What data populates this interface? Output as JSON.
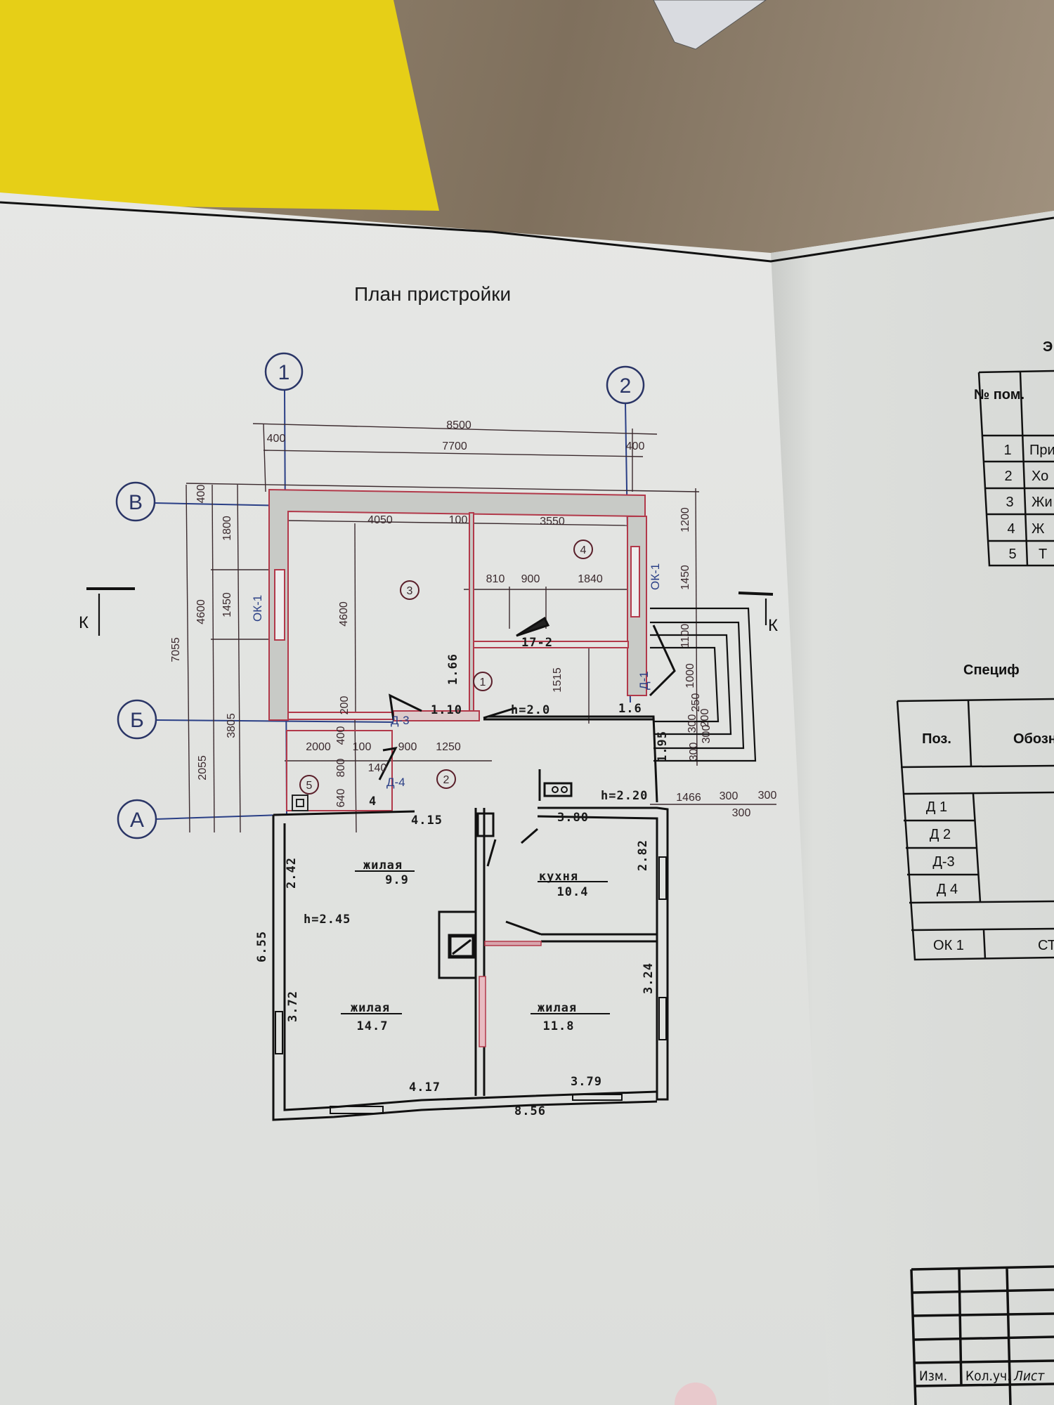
{
  "title": "План пристройки",
  "axes": {
    "col1": "1",
    "col2": "2",
    "rowV": "В",
    "rowB": "Б",
    "rowA": "А"
  },
  "section_marks": {
    "left": "К",
    "right": "К"
  },
  "room_numbers": [
    "1",
    "2",
    "3",
    "4",
    "5"
  ],
  "openings": {
    "ok1_left": "ОК-1",
    "ok1_right": "ОК-1",
    "d1": "Д-1",
    "d3": "Д-3",
    "d4": "Д-4",
    "d2_mark": "17-2"
  },
  "dimensions": [
    "8500",
    "7700",
    "400",
    "400",
    "4050",
    "100",
    "3550",
    "810",
    "900",
    "1840",
    "400",
    "1800",
    "4600",
    "1450",
    "7055",
    "3805",
    "2055",
    "4600",
    "200",
    "400",
    "800",
    "640",
    "2000",
    "100",
    "900",
    "1250",
    "140",
    "1515",
    "1200",
    "1450",
    "1100",
    "1000",
    "250",
    "200",
    "300",
    "300",
    "300",
    "1466",
    "300",
    "300",
    "300"
  ],
  "old_plan_marks": {
    "m110": "1.10",
    "m166": "1.66",
    "h20": "h=2.0",
    "m16": "1.6",
    "m195": "1.95",
    "h220": "h=2.20",
    "m380": "3.80",
    "m415": "4.15",
    "m41": "4",
    "m242": "2.42",
    "m372": "3.72",
    "m282": "2.82",
    "m324": "3.24",
    "m417": "4.17",
    "m379": "3.79",
    "m856": "8.56",
    "m655": "6.55",
    "h245": "h=2.45"
  },
  "old_rooms": [
    {
      "name": "жилая",
      "area": "9.9"
    },
    {
      "name": "кухня",
      "area": "10.4"
    },
    {
      "name": "жилая",
      "area": "14.7"
    },
    {
      "name": "жилая",
      "area": "11.8"
    }
  ],
  "right_page": {
    "heading_partial": "Э",
    "rooms_table": {
      "header": "№ пом.",
      "rows": [
        {
          "num": "1",
          "name": "При"
        },
        {
          "num": "2",
          "name": "Хо"
        },
        {
          "num": "3",
          "name": "Жи"
        },
        {
          "num": "4",
          "name": "Ж"
        },
        {
          "num": "5",
          "name": "Т"
        }
      ]
    },
    "spec_heading": "Специф",
    "spec_table": {
      "col_pos": "Поз.",
      "col_desig": "Обозн",
      "rows": [
        "Д 1",
        "Д 2",
        "Д-3",
        "Д 4"
      ],
      "ok_row": {
        "pos": "ОК 1",
        "desig": "СТ"
      }
    },
    "title_block": {
      "izm": "Изм.",
      "kol": "Кол.уч.",
      "list": "Лист"
    }
  }
}
